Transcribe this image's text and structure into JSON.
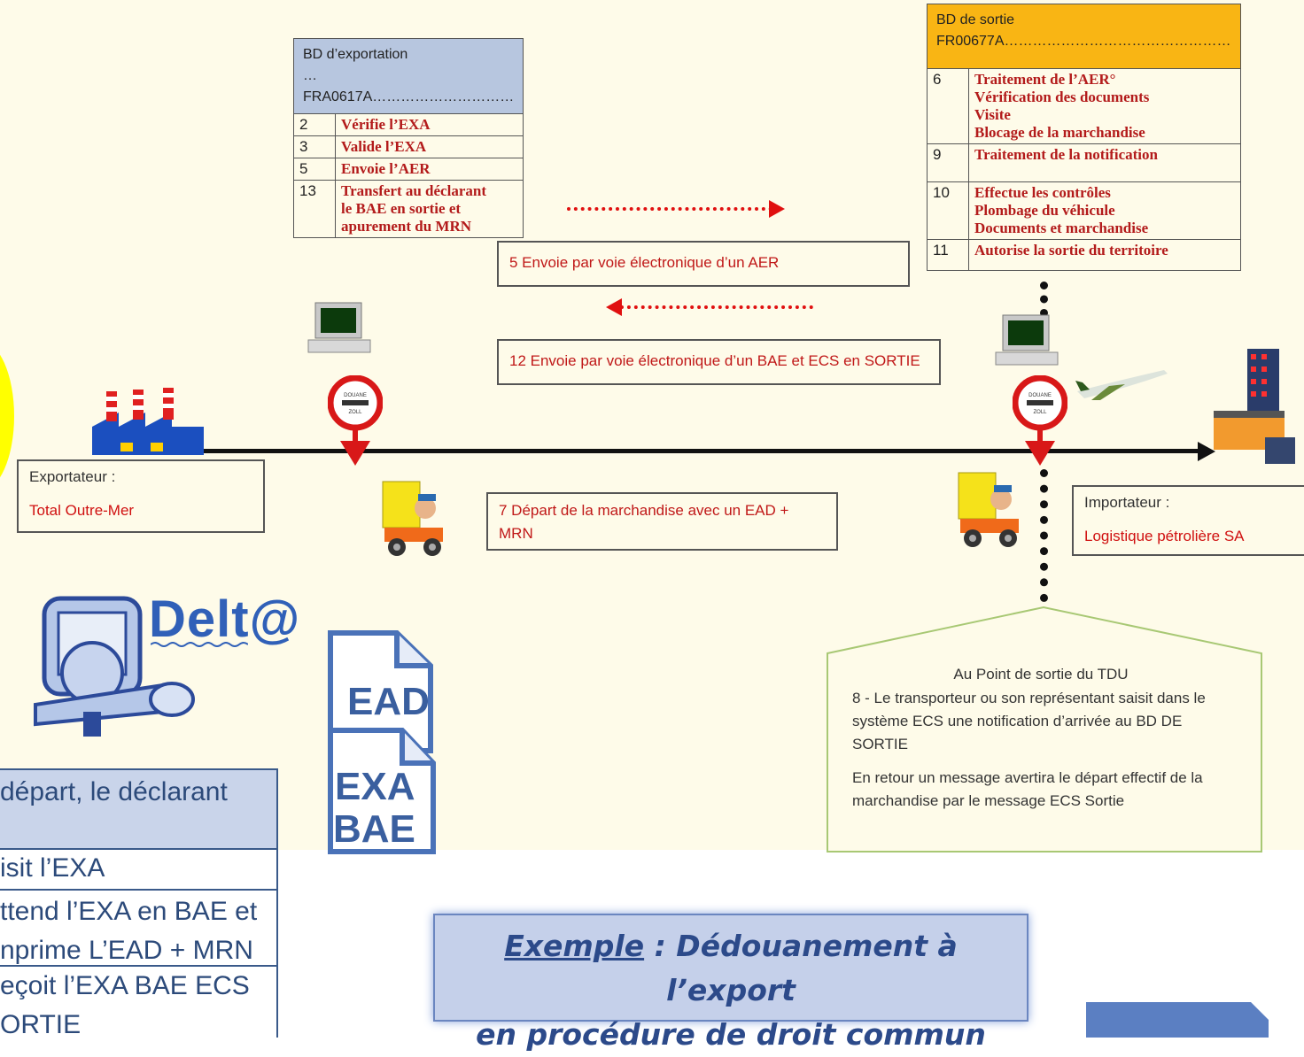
{
  "export_office": {
    "title": "BD d’exportation",
    "ref": "…FRA0617A…………………………",
    "steps": [
      {
        "num": "2",
        "text": "Vérifie l’EXA"
      },
      {
        "num": "3",
        "text": "Valide l’EXA"
      },
      {
        "num": "5",
        "text": "Envoie l’AER"
      },
      {
        "num": "13",
        "text": "Transfert au déclarant\nle BAE en sortie et\napurement du MRN"
      }
    ]
  },
  "exit_office": {
    "title": "BD de sortie",
    "ref": "FR00677A…………………………………………",
    "steps": [
      {
        "num": "6",
        "text": "Traitement de l’AER°\nVérification des documents\nVisite\nBlocage de la marchandise"
      },
      {
        "num": "9",
        "text": "Traitement de la notification"
      },
      {
        "num": "10",
        "text": "Effectue les contrôles\nPlombage du véhicule\nDocuments et marchandise"
      },
      {
        "num": "11",
        "text": "Autorise la sortie du territoire"
      }
    ]
  },
  "messages": {
    "aer": "5 Envoie par voie électronique d’un AER",
    "bae": "12 Envoie par voie électronique d’un BAE et ECS en SORTIE",
    "depart": "7 Départ de la marchandise avec un EAD +\nMRN"
  },
  "exporter": {
    "label": "Exportateur :",
    "name": "Total Outre-Mer"
  },
  "importer": {
    "label": "Importateur :",
    "name": "Logistique pétrolière SA"
  },
  "delta_logo": "Delt@",
  "documents": {
    "ead": "EAD",
    "exa": "EXA",
    "bae": "BAE"
  },
  "customs_sign": {
    "top": "DOUANE",
    "bottom": "ZOLL"
  },
  "exit_point": {
    "title": "Au Point de sortie du TDU",
    "p1": "8 - Le transporteur ou son représentant saisit dans le\nsystème ECS une notification d’arrivée au BD DE\nSORTIE",
    "p2": "En retour un message avertira le départ effectif de la\nmarchandise par le message ECS Sortie"
  },
  "declarant_panel": {
    "header": "départ, le déclarant",
    "rows": [
      "isit l’EXA",
      "ttend l’EXA en BAE et\nnprime L’EAD + MRN",
      "eçoit l’EXA BAE ECS\nORTIE"
    ]
  },
  "banner": {
    "prefix": "Exemple",
    "sep": " : ",
    "line1": "Dédouanement à l’export",
    "line2": "en procédure de droit commun"
  },
  "colors": {
    "exit_header": "#f9b514",
    "export_header": "#b7c6df",
    "step_text": "#b31b1b",
    "highlight": "#ffff00",
    "banner_bg": "#c5d0ea"
  }
}
